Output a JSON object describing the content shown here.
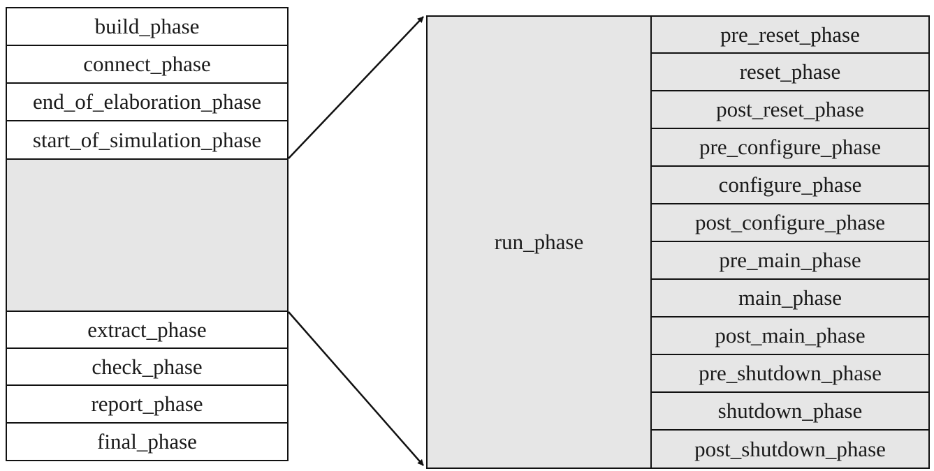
{
  "left_column": {
    "top_phases": [
      "build_phase",
      "connect_phase",
      "end_of_elaboration_phase",
      "start_of_simulation_phase"
    ],
    "bottom_phases": [
      "extract_phase",
      "check_phase",
      "report_phase",
      "final_phase"
    ]
  },
  "run_block": {
    "label": "run_phase",
    "sub_phases": [
      "pre_reset_phase",
      "reset_phase",
      "post_reset_phase",
      "pre_configure_phase",
      "configure_phase",
      "post_configure_phase",
      "pre_main_phase",
      "main_phase",
      "post_main_phase",
      "pre_shutdown_phase",
      "shutdown_phase",
      "post_shutdown_phase"
    ]
  },
  "colors": {
    "gray_fill": "#e6e6e6",
    "line": "#111111"
  }
}
